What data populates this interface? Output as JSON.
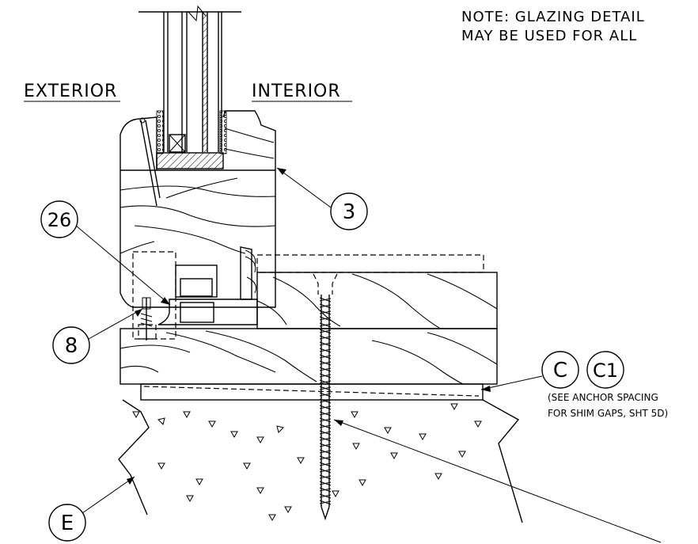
{
  "labels": {
    "exterior": "EXTERIOR",
    "interior": "INTERIOR",
    "note_line1": "NOTE:  GLAZING DETAIL",
    "note_line2": "MAY BE USED FOR ALL",
    "see_line1": "(SEE ANCHOR SPACING",
    "see_line2": "FOR SHIM GAPS, SHT 5D)"
  },
  "callouts": [
    {
      "id": "3"
    },
    {
      "id": "26"
    },
    {
      "id": "8"
    },
    {
      "id": "C"
    },
    {
      "id": "C1"
    },
    {
      "id": "E"
    }
  ]
}
